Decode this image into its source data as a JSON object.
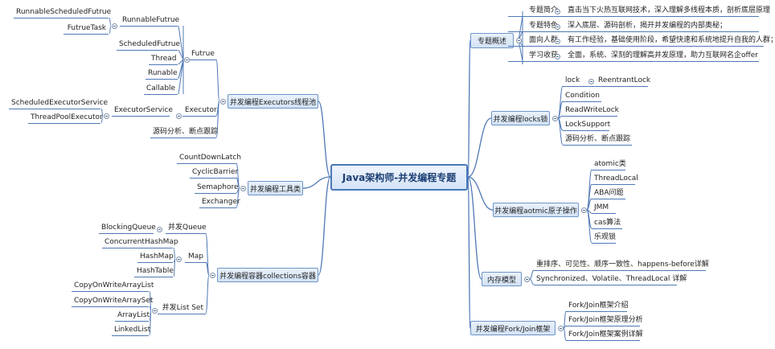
{
  "root": "Java架构师-并发编程专题",
  "right": [
    {
      "label": "专题概述",
      "children": [
        {
          "label": "专题简介",
          "detail": "直击当下火热互联网技术，深入理解多线程本质，剖析底层原理"
        },
        {
          "label": "专题特色",
          "detail": "深入底层、源码剖析，揭开并发编程的内部奥秘；"
        },
        {
          "label": "面向人群",
          "detail": "有工作经验，基础使用阶段，希望快速和系统地提升自我的人群；"
        },
        {
          "label": "学习收获",
          "detail": "全面，系统、深刻的理解高并发原理，助力互联网名企offer"
        }
      ]
    },
    {
      "label": "并发编程locks锁",
      "children": [
        {
          "label": "lock",
          "detail": "ReentrantLock"
        },
        {
          "label": "Condition"
        },
        {
          "label": "ReadWriteLock"
        },
        {
          "label": "LockSupport"
        },
        {
          "label": "源码分析、断点跟踪"
        }
      ]
    },
    {
      "label": "并发编程aotmic原子操作",
      "children": [
        {
          "label": "atomic类"
        },
        {
          "label": "ThreadLocal"
        },
        {
          "label": "ABA问题"
        },
        {
          "label": "JMM"
        },
        {
          "label": "cas算法"
        },
        {
          "label": "乐观锁"
        }
      ]
    },
    {
      "label": "内存模型",
      "children": [
        {
          "label": "重排序、可见性、顺序一致性、happens-before详解"
        },
        {
          "label": "Synchronized、Volatile、ThreadLocal 详解"
        }
      ]
    },
    {
      "label": "并发编程Fork/Join框架",
      "children": [
        {
          "label": "Fork/Join框架介绍"
        },
        {
          "label": "Fork/Join框架原理分析"
        },
        {
          "label": "Fork/Join框架案例详解"
        }
      ]
    }
  ],
  "left": [
    {
      "label": "并发编程Executors线程池",
      "children": [
        {
          "label": "Futrue",
          "children": [
            {
              "label": "RunnableFutrue",
              "children": [
                {
                  "label": "RunnableScheduledFutrue"
                },
                {
                  "label": "FutrueTask"
                }
              ]
            },
            {
              "label": "ScheduledFutrue"
            },
            {
              "label": "Thread"
            },
            {
              "label": "Runable"
            },
            {
              "label": "Callable"
            }
          ]
        },
        {
          "label": "Executor",
          "children": [
            {
              "label": "ExecutorService",
              "children": [
                {
                  "label": "ScheduledExecutorService"
                },
                {
                  "label": "ThreadPoolExecutor"
                }
              ]
            }
          ]
        },
        {
          "label": "源码分析、断点跟踪"
        }
      ]
    },
    {
      "label": "并发编程工具类",
      "children": [
        {
          "label": "CountDownLatch"
        },
        {
          "label": "CyclicBarrier"
        },
        {
          "label": "Semaphore"
        },
        {
          "label": "Exchanger"
        }
      ]
    },
    {
      "label": "并发编程容器collections容器",
      "children": [
        {
          "label": "并发Queue",
          "children": [
            {
              "label": "BlockingQueue"
            }
          ]
        },
        {
          "label": "Map",
          "children": [
            {
              "label": "ConcurrentHashMap"
            },
            {
              "label": "HashMap"
            },
            {
              "label": "HashTable"
            }
          ]
        },
        {
          "label": "并发List Set",
          "children": [
            {
              "label": "CopyOnWriteArrayList"
            },
            {
              "label": "CopyOnWriteArraySet"
            },
            {
              "label": "ArrayList"
            },
            {
              "label": "LinkedList"
            }
          ]
        }
      ]
    }
  ],
  "colors": {
    "line": "#4f78b6",
    "box_border": "#6f95c9",
    "root_border": "#4a78b8"
  }
}
